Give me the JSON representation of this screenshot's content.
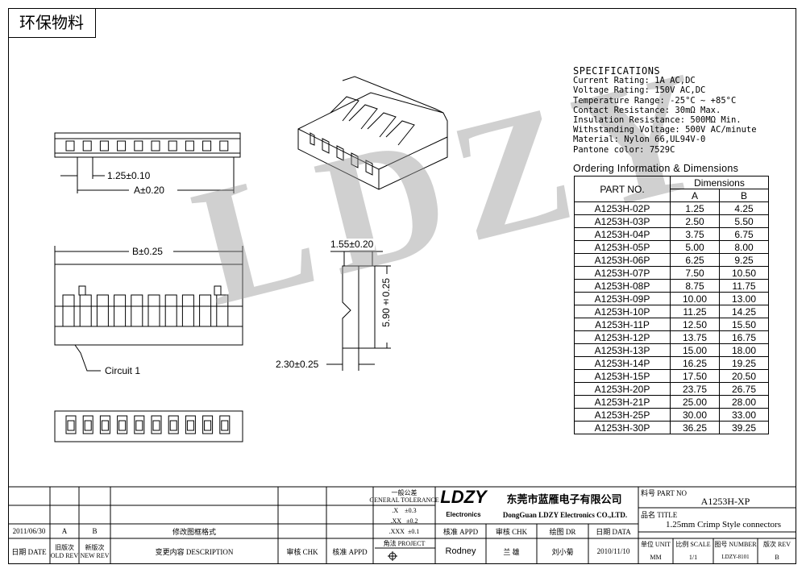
{
  "header": {
    "eco_label": "环保物料"
  },
  "spec": {
    "title": "SPECIFICATIONS",
    "lines": [
      "Current Rating: 1A AC,DC",
      "Voltage Rating: 150V AC,DC",
      "Temperature Range: -25°C ~ +85°C",
      "Contact Resistance: 30mΩ Max.",
      "Insulation Resistance: 500MΩ Min.",
      "Withstanding Voltage: 500V AC/minute",
      "Material: Nylon 66,UL94V-0",
      "Pantone color: 7529C"
    ]
  },
  "ordering": {
    "title": "Ordering Information & Dimensions",
    "header_part": "PART NO.",
    "header_dims": "Dimensions",
    "header_a": "A",
    "header_b": "B",
    "rows": [
      [
        "A1253H-02P",
        "1.25",
        "4.25"
      ],
      [
        "A1253H-03P",
        "2.50",
        "5.50"
      ],
      [
        "A1253H-04P",
        "3.75",
        "6.75"
      ],
      [
        "A1253H-05P",
        "5.00",
        "8.00"
      ],
      [
        "A1253H-06P",
        "6.25",
        "9.25"
      ],
      [
        "A1253H-07P",
        "7.50",
        "10.50"
      ],
      [
        "A1253H-08P",
        "8.75",
        "11.75"
      ],
      [
        "A1253H-09P",
        "10.00",
        "13.00"
      ],
      [
        "A1253H-10P",
        "11.25",
        "14.25"
      ],
      [
        "A1253H-11P",
        "12.50",
        "15.50"
      ],
      [
        "A1253H-12P",
        "13.75",
        "16.75"
      ],
      [
        "A1253H-13P",
        "15.00",
        "18.00"
      ],
      [
        "A1253H-14P",
        "16.25",
        "19.25"
      ],
      [
        "A1253H-15P",
        "17.50",
        "20.50"
      ],
      [
        "A1253H-20P",
        "23.75",
        "26.75"
      ],
      [
        "A1253H-21P",
        "25.00",
        "28.00"
      ],
      [
        "A1253H-25P",
        "30.00",
        "33.00"
      ],
      [
        "A1253H-30P",
        "36.25",
        "39.25"
      ]
    ]
  },
  "drawing": {
    "pitch": "1.25±0.10",
    "dim_a": "A±0.20",
    "dim_b": "B±0.25",
    "width": "1.55±0.20",
    "height": "5.90±0.25",
    "depth": "2.30±0.25",
    "circuit": "Circuit 1"
  },
  "watermark": "LDZY",
  "title_block": {
    "rev_date": "2011/06/30",
    "rev_old": "A",
    "rev_new": "B",
    "rev_desc": "修改图框格式",
    "lbl_date": "日期 DATE",
    "lbl_old": "旧版次\nOLD REV",
    "lbl_new": "新版次\nNEW REV",
    "lbl_desc": "变更内容 DESCRIPTION",
    "lbl_chk": "审核 CHK",
    "lbl_appd": "核准 APPD",
    "tolerance_title": "一般公差\nGENERAL TOLERANCE",
    "tol1": ".X    ±0.3",
    "tol2": ".XX   ±0.2",
    "tol3": ".XXX  ±0.1",
    "projection": "角法  PROJECT",
    "logo": "LDZY",
    "logo_sub": "Electronics",
    "company_cn": "东莞市蓝雁电子有限公司",
    "company_en": "DongGuan LDZY Electronics CO.,LTD.",
    "appd_label": "核准 APPD",
    "chk_label": "审核 CHK",
    "dr_label": "绘图 DR",
    "date_label": "日期 DATA",
    "appd_name": "Rodney",
    "chk_name": "兰 雄",
    "dr_name": "刘小菊",
    "draw_date": "2010/11/10",
    "part_no_label": "料号 PART NO",
    "part_no": "A1253H-XP",
    "title_label": "品名 TITLE",
    "title": "1.25mm Crimp Style connectors",
    "unit_label": "单位 UNIT",
    "unit": "MM",
    "scale_label": "比例 SCALE",
    "scale": "1/1",
    "number_label": "图号 NUMBER",
    "number": "LDZY-8101",
    "rev_label": "版次 REV",
    "rev": "B"
  }
}
